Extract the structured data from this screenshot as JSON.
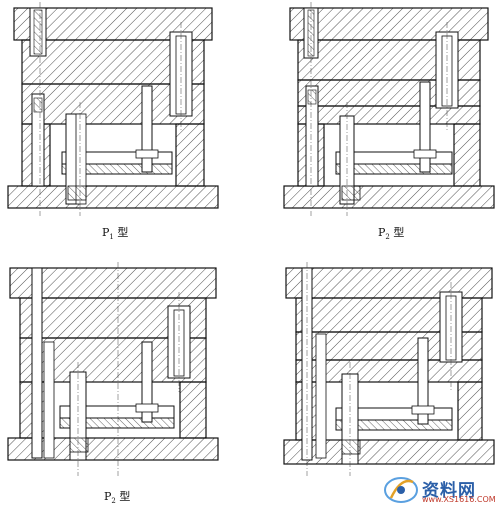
{
  "figure": {
    "labels": {
      "p1": {
        "prefix": "P",
        "sub": "1",
        "suffix": " 型"
      },
      "p2": {
        "prefix": "P",
        "sub": "2",
        "suffix": " 型"
      },
      "p3": {
        "prefix": "P",
        "sub": "2",
        "suffix": " 型"
      }
    }
  },
  "watermark": {
    "name": "资料网",
    "url": "www.XS1616.COM",
    "colors": {
      "name": "#2b5fa8",
      "url": "#c0392b"
    }
  }
}
